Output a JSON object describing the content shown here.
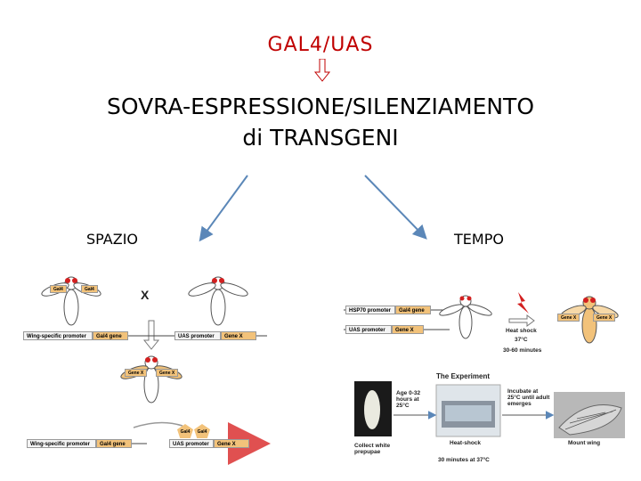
{
  "header": {
    "system": "GAL4/UAS",
    "line1": "SOVRA-ESPRESSIONE/SILENZIAMENTO",
    "line2": "di TRANSGENI"
  },
  "branches": {
    "left": "SPAZIO",
    "right": "TEMPO"
  },
  "colors": {
    "system_text": "#c00000",
    "arrows": "#5b87b8",
    "gene_box": "#f2c27a",
    "red_arrow": "#e05050"
  },
  "spazio_panel": {
    "cross_symbol": "X",
    "fly_gal4_left": "Gal4",
    "fly_gal4_right": "Gal4",
    "fly_genex_left": "Gene X",
    "fly_genex_right": "Gene X",
    "construct_wing": [
      "Wing-specific promoter",
      "Gal4 gene"
    ],
    "construct_uas": [
      "UAS promoter",
      "Gene X"
    ],
    "bottom_wing": [
      "Wing-specific promoter",
      "Gal4 gene"
    ],
    "bottom_uas": [
      "UAS promoter",
      "Gene X"
    ],
    "protein_labels": [
      "Gal4",
      "Gal4"
    ]
  },
  "tempo_panel": {
    "construct_hsp": [
      "HSP70 promoter",
      "Gal4 gene"
    ],
    "construct_uas": [
      "UAS promoter",
      "Gene X"
    ],
    "heat_shock": "Heat shock",
    "temp": "37°C",
    "duration": "30-60 minutes",
    "fly_left": "Gene X",
    "fly_right": "Gene X",
    "experiment_title": "The Experiment",
    "age": "Age 0-32 hours at 25°C",
    "incubate": "Incubate at 25°C until adult emerges",
    "collect": "Collect white prepupae",
    "heatshock_label": "Heat-shock",
    "heatshock_time": "30 minutes at 37°C",
    "mount": "Mount wing"
  }
}
